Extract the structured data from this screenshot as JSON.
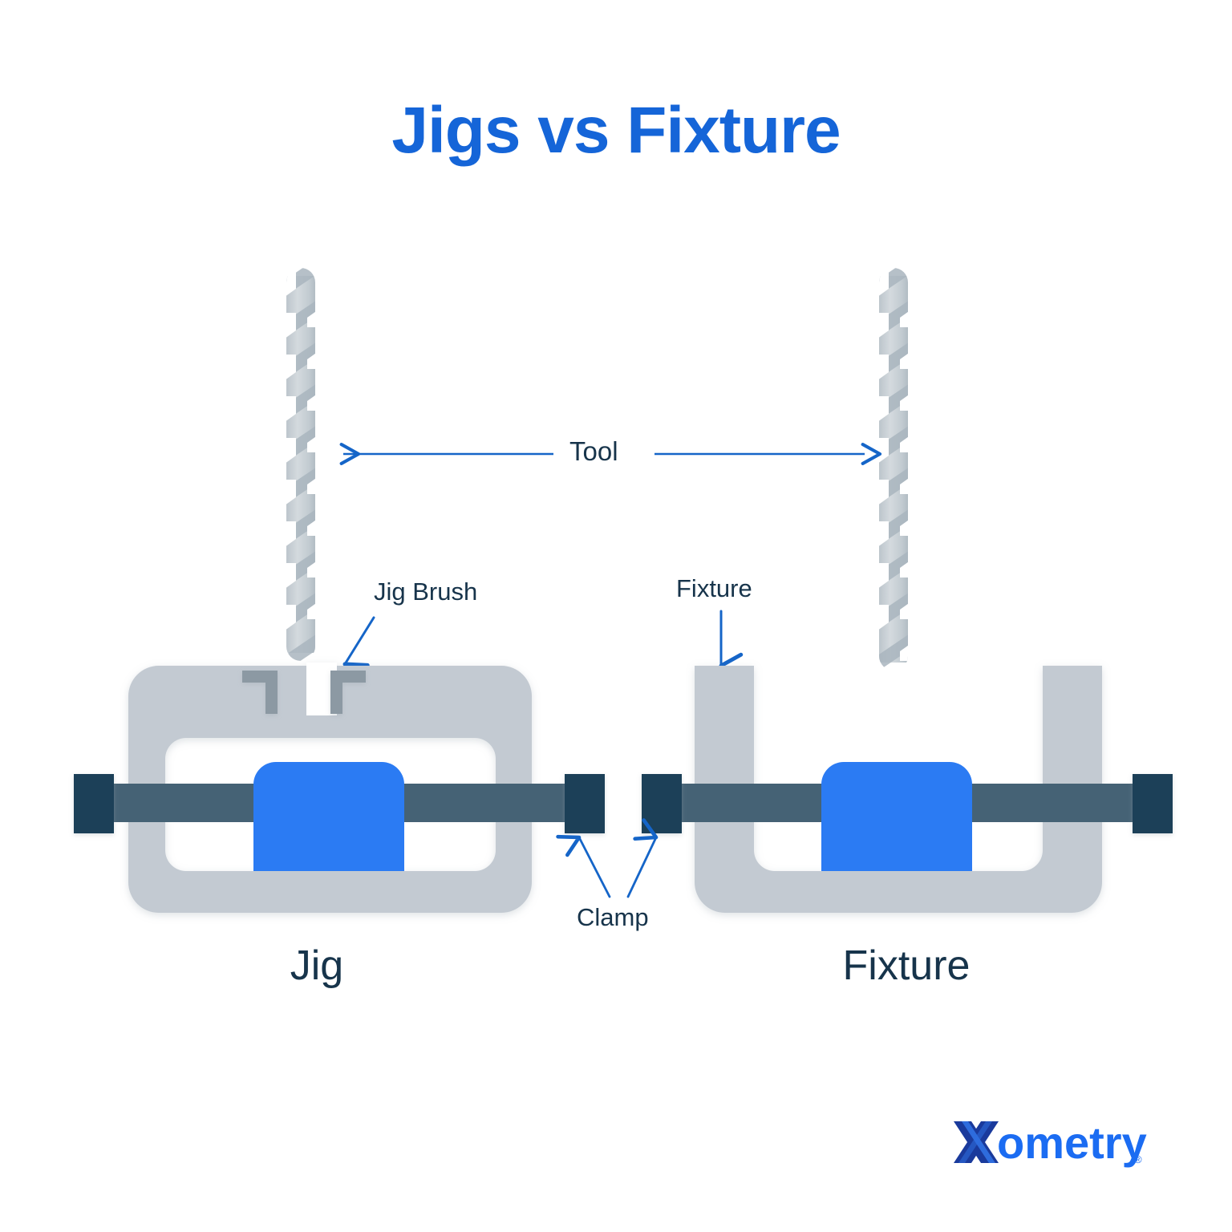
{
  "page": {
    "title": "Jigs vs Fixture",
    "background_color": "#ffffff"
  },
  "colors": {
    "title_blue": "#1565d8",
    "accent_blue": "#1b6cf2",
    "arrow_blue": "#1565c8",
    "label_navy": "#17344b",
    "body_gray": "#c3cad2",
    "bushing_gray": "#8c99a3",
    "drill_gray": "#c8d0d6",
    "drill_gray_dark": "#aab6bf",
    "rod_slate": "#456275",
    "clamp_navy": "#1f4059",
    "workpiece_blue": "#2b7bf3",
    "logo_dark": "#1a3a9c",
    "logo_blue": "#1b6cf2"
  },
  "callouts": [
    {
      "id": "tool",
      "label": "Tool",
      "arrow": "double-horizontal"
    },
    {
      "id": "jig_brush",
      "label": "Jig Brush",
      "arrow": "diagonal-down-left"
    },
    {
      "id": "fixture",
      "label": "Fixture",
      "arrow": "vertical-down"
    },
    {
      "id": "clamp",
      "label": "Clamp",
      "arrow": "two-up-arrows"
    }
  ],
  "captions": {
    "left": "Jig",
    "right": "Fixture"
  },
  "diagram": {
    "left_assembly": {
      "name": "Jig",
      "frame_type": "closed-rectangular-frame",
      "has_bushing": true,
      "bushing_label": "Jig Brush",
      "workpiece_color": "#2b7bf3",
      "clamp_count": 2,
      "tool_present": true
    },
    "right_assembly": {
      "name": "Fixture",
      "frame_type": "open-u-frame",
      "has_bushing": false,
      "workpiece_color": "#2b7bf3",
      "clamp_count": 2,
      "tool_present": true
    }
  },
  "logo": {
    "x_text": "X",
    "word": "ometry",
    "registered_mark": "®"
  }
}
